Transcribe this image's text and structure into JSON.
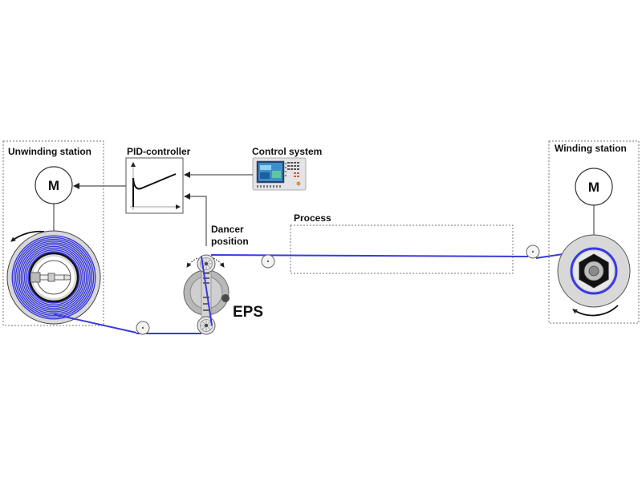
{
  "diagram": {
    "type": "web tension control loop",
    "colors": {
      "web": "#3a3adf",
      "roll_gray": "#d9d9d9",
      "line": "#555555",
      "text": "#111111",
      "background": "#ffffff"
    },
    "unwinding_station": {
      "title": "Unwinding station",
      "motor_label": "M",
      "rotation": "counter-clockwise"
    },
    "winding_station": {
      "title": "Winding station",
      "motor_label": "M",
      "rotation": "clockwise"
    },
    "pid_controller": {
      "title": "PID-controller",
      "graph": "step-response curve"
    },
    "control_system": {
      "title": "Control system",
      "icon": "operator-panel-icon"
    },
    "dancer": {
      "input_label_line1": "Dancer",
      "input_label_line2": "position",
      "name": "EPS"
    },
    "process": {
      "title": "Process"
    },
    "connections": [
      {
        "from": "Control system",
        "to": "PID-controller"
      },
      {
        "from": "Dancer position",
        "to": "PID-controller"
      },
      {
        "from": "PID-controller",
        "to": "Unwinding station motor"
      }
    ]
  }
}
